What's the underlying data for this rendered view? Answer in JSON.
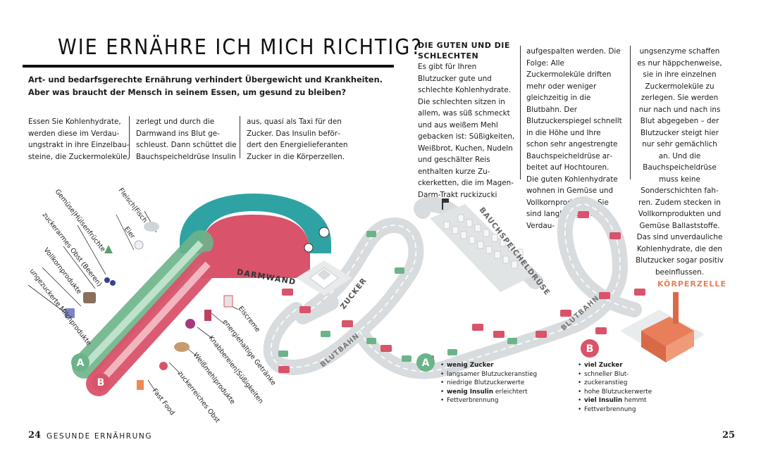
{
  "page": {
    "title": "WIE ERNÄHRE ICH MICH RICHTIG?",
    "intro": "Art- und bedarfsgerechte Ernährung verhindert Übergewicht und Krankheiten. Aber was braucht der Mensch in seinem Essen, um gesund zu bleiben?",
    "col1": "Essen Sie Kohlenhydrate, werden diese im Verdau­ungstrakt in ihre Einzelbau­steine, die Zuckermoleküle,",
    "col2": "zerlegt und durch die Darmwand ins Blut ge­schleust. Dann schüttet die Bauchspeicheldrüse Insulin",
    "col3": "aus, quasi als Taxi für den Zucker. Das Insulin beför­dert den Energielieferanten Zucker in die Körperzellen.",
    "sidebar": {
      "heading_line1": "DIE GUTEN UND DIE",
      "heading_line2": "SCHLECHTEN",
      "col1": "Es gibt für Ihren Blutzucker gute und schlechte Koh­lenhydrate. Die schlechten sitzen in allem, was süß schmeckt und aus weißem Mehl gebacken ist: Süßig­keiten, Weißbrot, Kuchen, Nudeln und geschälter Reis enthalten kurze Zu­ckerketten, die im Magen-Darm-Trakt ruckizucki",
      "col2": "aufgespalten werden. Die Folge: Alle Zuckermoleküle driften mehr oder weniger gleichzeitig in die Blutbahn. Der Blutzuckerspiegel schnellt in die Höhe und Ihre schon sehr angestreng­te Bauchspeicheldrüse ar­beitet auf Hochtouren. Die guten Kohlenhydrate wohnen in Gemüse und Vollkornprodukten. Sie sind langkettig und die Verdau-",
      "col3": "ungsenzyme schaffen es nur häppchenweise, sie in ihre einzelnen Zucker­moleküle zu zerlegen. Sie werden nur nach und nach ins Blut abgegeben – der Blutzucker steigt hier nur sehr gemächlich an. Und die Bauchspeicheldrüse muss keine Sonderschichten fah­ren. Zudem stecken in Voll­kornprodukten und Gemüse Ballaststoffe. Das sind un­verdauliche Kohlenhydrate, die den Blutzucker sogar positiv beeinflussen."
    },
    "diagram": {
      "darmwand": "DARMWAND",
      "zucker": "ZUCKER",
      "bauchspeicheldruese": "BAUCHSPEICHELDRÜSE",
      "blutbahn1": "BLUTBAHN",
      "blutbahn2": "BLUTBAHN",
      "koerperzelle": "KÖRPERZELLE",
      "label_a": "A",
      "label_b": "B",
      "foods_a": [
        "Fleisch|Fisch",
        "Eier",
        "Gemüse|Hülsenfrüchte",
        "zuckerarmes Obst (Beeren)",
        "Vollkornprodukte",
        "ungezuckerte Milchprodukte"
      ],
      "foods_b": [
        "Eiscreme",
        "energiehaltige Getränke",
        "Knabbereien|Süßigkeiten",
        "Weißmehlprodukte",
        "zuckerreiches Obst",
        "Fast Food"
      ]
    },
    "legend_a": {
      "badge": "A",
      "items": [
        {
          "bold": "wenig Zucker",
          "rest": ""
        },
        {
          "bold": "",
          "rest": "langsamer Blutzuckeranstieg"
        },
        {
          "bold": "",
          "rest": "niedrige Blutzuckerwerte"
        },
        {
          "bold": "wenig Insulin",
          "rest": " erleichtert"
        },
        {
          "bold": "",
          "rest": "Fettverbrennung"
        }
      ]
    },
    "legend_b": {
      "badge": "B",
      "items": [
        {
          "bold": "viel Zucker",
          "rest": ""
        },
        {
          "bold": "",
          "rest": "schneller Blut-"
        },
        {
          "bold": "",
          "rest": "zuckeranstieg"
        },
        {
          "bold": "",
          "rest": "hohe Blutzuckerwerte"
        },
        {
          "bold": "viel Insulin",
          "rest": " hemmt"
        },
        {
          "bold": "",
          "rest": "Fettverbrennung"
        }
      ]
    },
    "footer": {
      "page_left": "24",
      "running_head": "GESUNDE ERNÄHRUNG",
      "page_right": "25"
    },
    "colors": {
      "green": "#6bb48a",
      "red": "#d9536a",
      "teal": "#2fa3a3",
      "road": "#d8dcde",
      "orange": "#e87f5a"
    }
  }
}
